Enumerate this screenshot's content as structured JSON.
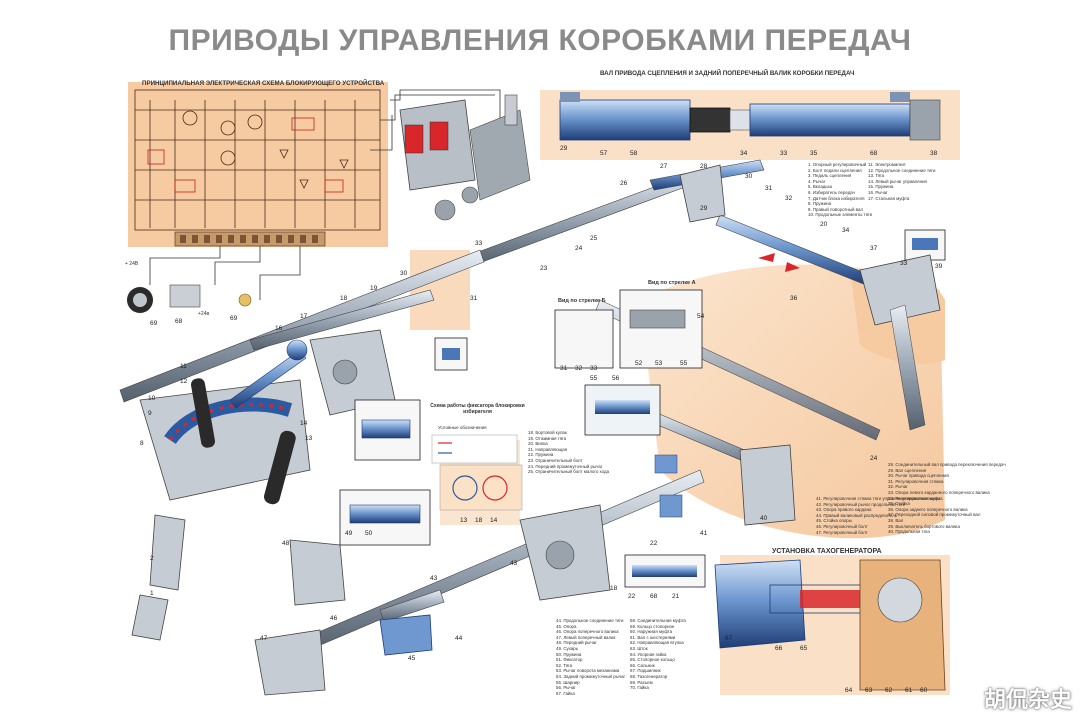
{
  "title": "ПРИВОДЫ УПРАВЛЕНИЯ КОРОБКАМИ ПЕРЕДАЧ",
  "sections": {
    "electric_scheme": "ПРИНЦИПИАЛЬНАЯ ЭЛЕКТРИЧЕСКАЯ СХЕМА БЛОКИРУЮЩЕГО УСТРОЙСТВА",
    "clutch_shaft": "ВАЛ ПРИВОДА СЦЕПЛЕНИЯ И ЗАДНИЙ ПОПЕРЕЧНЫЙ ВАЛИК КОРОБКИ ПЕРЕДАЧ",
    "tachogenerator": "УСТАНОВКА ТАХОГЕНЕРАТОРА",
    "view_b": "Вид по стрелке Б",
    "view_a": "Вид по стрелке А",
    "fixator_scheme": "Схема работы фиксатора блокировки избирателя",
    "symbols": "Условные обозначения"
  },
  "supply_labels": [
    "+ 24В",
    "+24в"
  ],
  "watermark": "胡侃杂史",
  "legend_top_right": [
    "1. Опорный регулировочный",
    "2. Болт педали сцепления",
    "3. Педаль сцепления",
    "4. Рычаг",
    "5. Вкладыш",
    "6. Избиратель передач",
    "7. Датчик блока избирателя",
    "8. Пружина",
    "9. Правый поворотный вал",
    "10. Продольные элементы тяги",
    "11. Электромагнит",
    "12. Продольное соединение тяги",
    "13. Тяга",
    "14. Левый рычаг управления",
    "15. Пружина",
    "16. Рычаг",
    "17. Стальная муфта"
  ],
  "legend_middle": [
    "18. Бортовой кулак",
    "19. Отжимная тяга",
    "20. Вилка",
    "21. Направляющая",
    "22. Пружина",
    "23. Ограничительный болт",
    "24. Передний промежуточный рычаг",
    "25. Ограничительный болт малого хода"
  ],
  "legend_right_lower": [
    "28. Соединительный вал привода переключения передач",
    "29. Вал сцепления",
    "30. Рычаг привода сцепления",
    "31. Регулировочная стяжка",
    "32. Рычаг",
    "33. Опора левого карданного поперечного валика",
    "34. Регулировочная муфта",
    "35. Стойка",
    "36. Опора заднего поперечного валика",
    "37. Переходной силовой промежуточный вал",
    "38. Вал",
    "39. Выключатель бортового валика",
    "40. Продольная тяга"
  ],
  "legend_right_lower2": [
    "41. Регулировочная стяжка тяги управления переключением",
    "42. Регулировочный рычаг продольной тяги",
    "43. Опора правого кардана",
    "44. Правый валиковый распределитель",
    "45. Стойка опоры",
    "46. Регулировочный болт",
    "47. Регулировочный болт"
  ],
  "legend_bottom_left": [
    "44. Продольное соединение тяги",
    "45. Опора",
    "46. Опора поперечного валика",
    "47. Левый поперечный валик",
    "48. Передний рычаг",
    "49. Сухарь",
    "50. Пружина",
    "51. Фиксатор",
    "52. Тяга",
    "53. Рычаг поворота механизма",
    "54. Задний промежуточный рычаг",
    "55. Шарнир",
    "56. Рычаг",
    "57. Гайка"
  ],
  "legend_bottom_mid": [
    "58. Соединительная муфта",
    "59. Кольцо стопорное",
    "60. Наружная муфта",
    "61. Вал с шестернями",
    "62. Направляющая втулка",
    "63. Шток",
    "64. Упорная гайка",
    "65. Стопорное кольцо",
    "66. Сальник",
    "67. Подшипник",
    "68. Тахогенератор",
    "69. Разъем",
    "70. Гайка"
  ],
  "colors": {
    "panel_peach": "#f6cba1",
    "schematic_line": "#4a2b1a",
    "metal_blue": "#4b77b8",
    "metal_light": "#a9c6e8",
    "metal_dark": "#1f3d77",
    "grey_part": "#b8bfc7",
    "red_accent": "#d8262a",
    "title_grey": "#8a8a8a"
  }
}
